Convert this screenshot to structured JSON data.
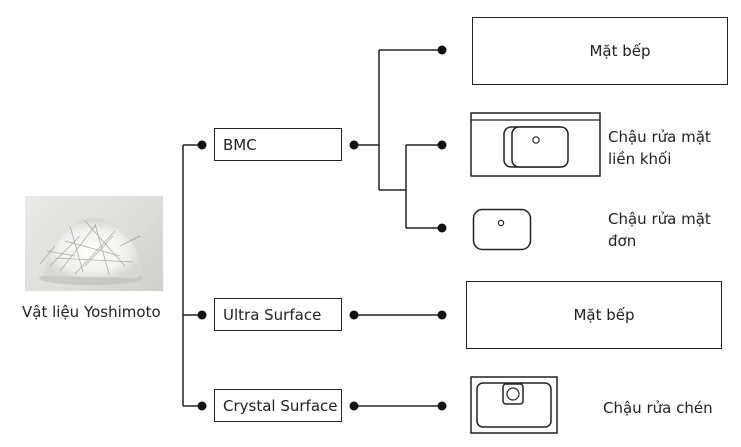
{
  "source": {
    "label": "Vật liệu Yoshimoto",
    "image_icon": "fiber-pile-photo"
  },
  "categories": [
    {
      "label": "BMC"
    },
    {
      "label": "Ultra Surface"
    },
    {
      "label": "Crystal Surface"
    }
  ],
  "products": {
    "bmc_countertop": "Mặt bếp",
    "bmc_integrated_sink": "Chậu rửa mặt\nliền khối",
    "bmc_single_sink": "Chậu rửa mặt\nđơn",
    "ultra_countertop": "Mặt bếp",
    "crystal_sink": "Chậu rửa chén"
  },
  "colors": {
    "line": "#222222",
    "photo_bg": "#dcdcd8"
  }
}
